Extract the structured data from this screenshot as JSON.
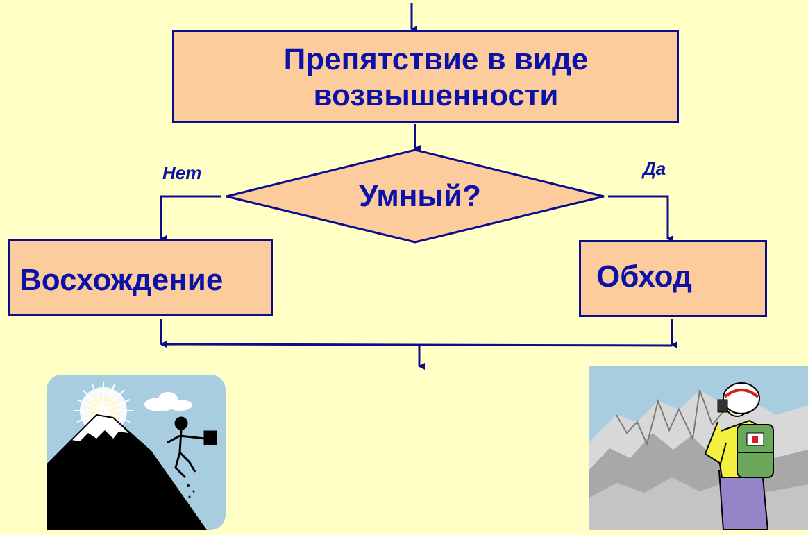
{
  "diagram": {
    "process_top": {
      "line1": "Препятствие в виде",
      "line2": "возвышенности"
    },
    "decision": {
      "label": "Умный?"
    },
    "branch_no": {
      "label": "Нет"
    },
    "branch_yes": {
      "label": "Да"
    },
    "process_left": {
      "label": "Восхождение"
    },
    "process_right": {
      "label": "Обход"
    }
  },
  "colors": {
    "background": "#ffffc6",
    "box_fill": "#fccc9c",
    "stroke": "#0c0c8c",
    "text": "#0c12a8"
  },
  "illustrations": {
    "left": "mountain-climber-clipart",
    "right": "hiker-with-binoculars-clipart"
  }
}
